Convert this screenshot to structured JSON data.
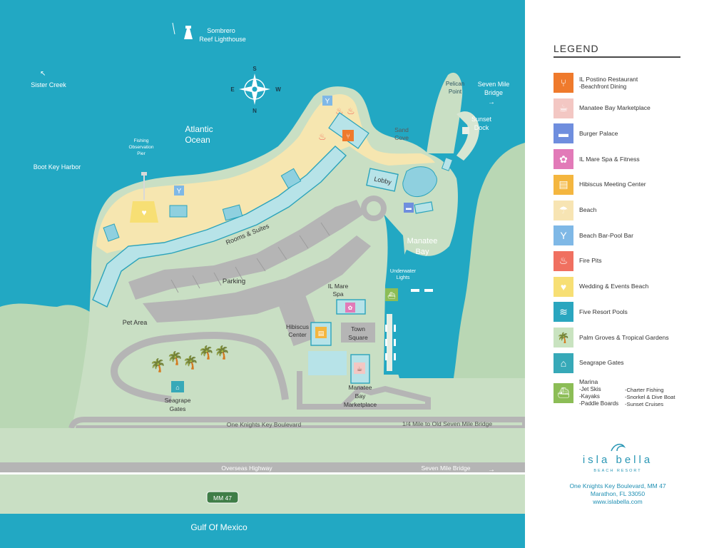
{
  "map": {
    "labels": {
      "lighthouse": [
        "Sombrero",
        "Reef Lighthouse"
      ],
      "sister_creek": "Sister Creek",
      "boot_key_harbor": "Boot Key Harbor",
      "fishing_pier": [
        "Fishing",
        "Observation",
        "Pier"
      ],
      "atlantic_ocean": [
        "Atlantic",
        "Ocean"
      ],
      "pelican_point": [
        "Pelican",
        "Point"
      ],
      "seven_mile_bridge_top": [
        "Seven Mile",
        "Bridge"
      ],
      "sunset_dock": [
        "Sunset",
        "Dock"
      ],
      "sand_cove": [
        "Sand",
        "Cove"
      ],
      "lobby": "Lobby",
      "rooms_suites": "Rooms & Suites",
      "manatee_bay": [
        "Manatee",
        "Bay"
      ],
      "underwater_lights": [
        "Underwater",
        "Lights"
      ],
      "parking": "Parking",
      "il_mare_spa": [
        "IL Mare",
        "Spa"
      ],
      "hibiscus_center": [
        "Hibiscus",
        "Center"
      ],
      "town_square": [
        "Town",
        "Square"
      ],
      "pet_area": "Pet Area",
      "seagrape_gates": [
        "Seagrape",
        "Gates"
      ],
      "manatee_marketplace": [
        "Manatee",
        "Bay",
        "Marketplace"
      ],
      "one_knights_key_blvd": "One Knights Key Boulevard",
      "quarter_mile": "1/4 Mile to Old Seven Mile Bridge",
      "overseas_highway": "Overseas Highway",
      "seven_mile_bridge_bottom": "Seven Mile Bridge",
      "mm_marker": "MM 47",
      "gulf_of_mexico": "Gulf Of Mexico"
    },
    "compass": {
      "n": "N",
      "s": "S",
      "e": "E",
      "w": "W"
    },
    "colors": {
      "water": "#22a8c3",
      "land": "#c9dfc4",
      "beach": "#f6e6b0",
      "building": "#b7e3e8",
      "building_edge": "#2ba3bb",
      "parking": "#b5b5b5"
    }
  },
  "legend": {
    "title": "LEGEND",
    "items": [
      {
        "label": "IL Postino Restaurant",
        "sub": "-Beachfront Dining",
        "icon": "fork-knife-icon",
        "color": "#ef7a2c"
      },
      {
        "label": "Manatee Bay Marketplace",
        "sub": "",
        "icon": "coffee-cup-icon",
        "color": "#f3c7c3"
      },
      {
        "label": "Burger Palace",
        "sub": "",
        "icon": "burger-icon",
        "color": "#6f8ede"
      },
      {
        "label": "IL Mare Spa & Fitness",
        "sub": "",
        "icon": "lotus-icon",
        "color": "#e27ab8"
      },
      {
        "label": "Hibiscus Meeting Center",
        "sub": "",
        "icon": "clipboard-icon",
        "color": "#f4b63f"
      },
      {
        "label": "Beach",
        "sub": "",
        "icon": "beach-umbrella-icon",
        "color": "#f7e4b3"
      },
      {
        "label": "Beach Bar-Pool Bar",
        "sub": "",
        "icon": "cocktail-icon",
        "color": "#7fb8e6"
      },
      {
        "label": "Fire Pits",
        "sub": "",
        "icon": "flame-icon",
        "color": "#f07060"
      },
      {
        "label": "Wedding & Events Beach",
        "sub": "",
        "icon": "heart-icon",
        "color": "#f7df74"
      },
      {
        "label": "Five Resort Pools",
        "sub": "",
        "icon": "waves-icon",
        "color": "#2aa6bf"
      },
      {
        "label": "Palm Groves & Tropical Gardens",
        "sub": "",
        "icon": "palm-tree-icon",
        "color": "#c9e3c0"
      },
      {
        "label": "Seagrape Gates",
        "sub": "",
        "icon": "gate-icon",
        "color": "#37a9b8"
      },
      {
        "label": "Marina",
        "sub": "-Jet Skis\n-Kayaks\n-Paddle Boards",
        "icon": "boat-icon",
        "color": "#8cbd56"
      }
    ],
    "marina_extra": "-Charter Fishing\n-Snorkel & Dive Boat\n-Sunset Cruises",
    "brand": {
      "name": "isla bella",
      "sub": "BEACH RESORT"
    },
    "address": [
      "One Knights Key Boulevard, MM 47",
      "Marathon, FL 33050",
      "www.islabella.com"
    ]
  }
}
